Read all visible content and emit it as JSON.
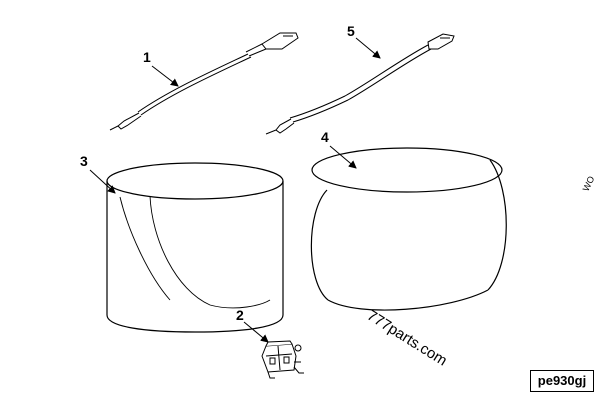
{
  "callouts": {
    "item1": "1",
    "item2": "2",
    "item3": "3",
    "item4": "4",
    "item5": "5"
  },
  "watermark": "777parts.com",
  "edge_mark": "WO",
  "figure_code": "pe930gj",
  "colors": {
    "line": "#000000",
    "background": "#ffffff"
  }
}
